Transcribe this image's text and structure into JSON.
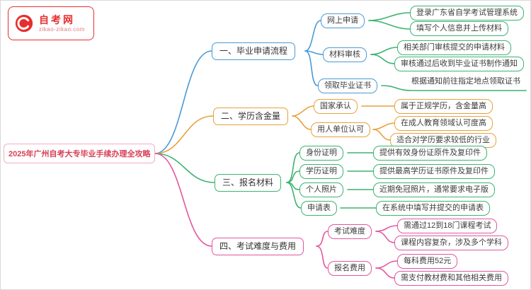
{
  "logo": {
    "name": "自考网",
    "domain": "zikao-zikao.com"
  },
  "root": {
    "label": "2025年广州自考大专毕业手续办理全攻略"
  },
  "colors": {
    "branch1": "#4a9ad5",
    "branch2": "#e6a23c",
    "branch3": "#3cb371",
    "branch4": "#e2569e",
    "branch1_leaves": "#3cb371",
    "root_text": "#d84058",
    "logo_red": "#e62e2e"
  },
  "branches": [
    {
      "label": "一、毕业申请流程",
      "children": [
        {
          "label": "网上申请",
          "leaves": [
            "登录广东省自学考试管理系统",
            "填写个人信息并上传材料"
          ]
        },
        {
          "label": "材料审核",
          "leaves": [
            "相关部门审核提交的申请材料",
            "审核通过后收到毕业证书制作通知"
          ]
        },
        {
          "label": "领取毕业证书",
          "leaves": [
            "根据通知前往指定地点领取证书"
          ]
        }
      ]
    },
    {
      "label": "二、学历含金量",
      "children": [
        {
          "label": "国家承认",
          "leaves": [
            "属于正规学历，含金量高"
          ]
        },
        {
          "label": "用人单位认可",
          "leaves": [
            "在成人教育领域认可度高",
            "适合对学历要求较低的行业"
          ]
        }
      ]
    },
    {
      "label": "三、报名材料",
      "children": [
        {
          "label": "身份证明",
          "leaves": [
            "提供有效身份证原件及复印件"
          ]
        },
        {
          "label": "学历证明",
          "leaves": [
            "提供最高学历证书原件及复印件"
          ]
        },
        {
          "label": "个人照片",
          "leaves": [
            "近期免冠照片，通常要求电子版"
          ]
        },
        {
          "label": "申请表",
          "leaves": [
            "在系统中填写并提交的申请表"
          ]
        }
      ]
    },
    {
      "label": "四、考试难度与费用",
      "children": [
        {
          "label": "考试难度",
          "leaves": [
            "需通过12到18门课程考试",
            "课程内容复杂，涉及多个学科"
          ]
        },
        {
          "label": "报名费用",
          "leaves": [
            "每科费用52元",
            "需支付教材费和其他相关费用"
          ]
        }
      ]
    }
  ]
}
